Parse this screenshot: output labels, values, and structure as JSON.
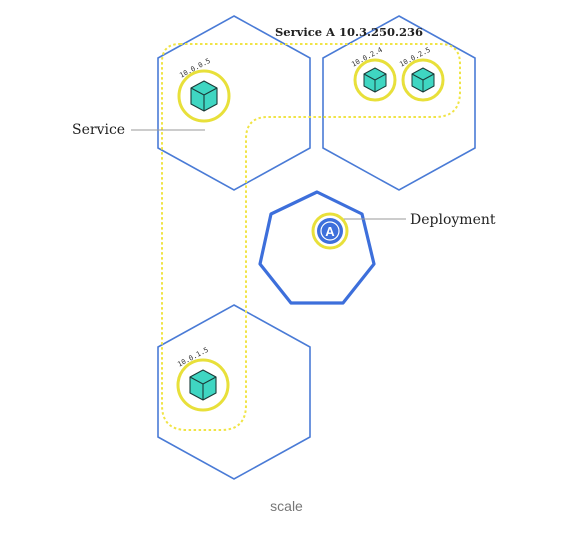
{
  "service_title": "Service A 10.3.250.236",
  "service_label": "Service",
  "deployment_label": "Deployment",
  "deployment_badge": "A",
  "caption": "scale",
  "pods": [
    {
      "ip": "10.0.0.5"
    },
    {
      "ip": "10.0.2.4"
    },
    {
      "ip": "10.0.2.5"
    },
    {
      "ip": "10.0.1.5"
    }
  ],
  "colors": {
    "node": "#4a7bd6",
    "deployment": "#3d6fdb",
    "service": "#f0e445",
    "pod": "#3fd6c2",
    "pod_ring": "#e8e03a",
    "label_line": "#999999"
  }
}
